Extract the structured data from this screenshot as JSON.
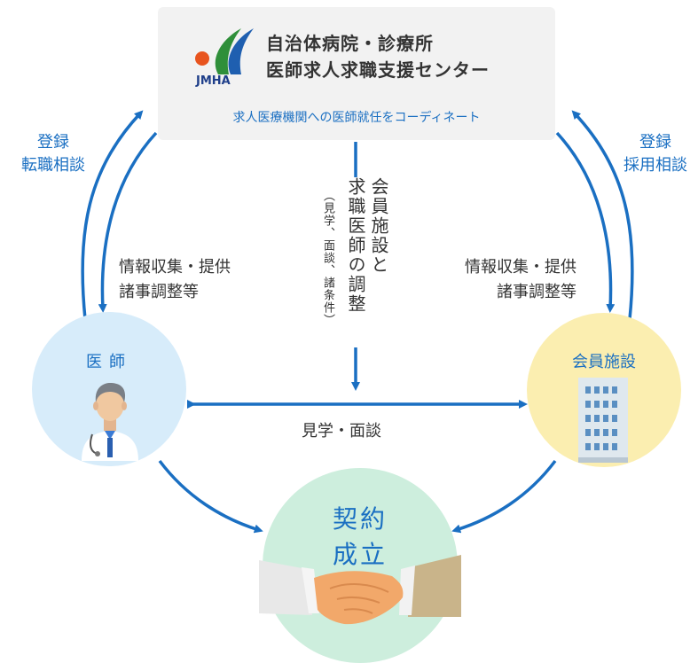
{
  "center": {
    "logo_text": "JMHA",
    "title_line1": "自治体病院・診療所",
    "title_line2": "医師求人求職支援センター",
    "subtitle": "求人医療機関への医師就任をコーディネート"
  },
  "left_top_label": {
    "line1": "登録",
    "line2": "転職相談"
  },
  "right_top_label": {
    "line1": "登録",
    "line2": "採用相談"
  },
  "left_mid_label": {
    "line1": "情報収集・提供",
    "line2": "諸事調整等"
  },
  "right_mid_label": {
    "line1": "情報収集・提供",
    "line2": "諸事調整等"
  },
  "center_vertical": {
    "line1": "会員施設と",
    "line2": "求職医師の調整",
    "paren": "（見学、面談、諸条件）"
  },
  "doctor": {
    "label": "医師"
  },
  "facility": {
    "label": "会員施設"
  },
  "visit_label": "見学・面談",
  "contract": {
    "line1": "契約",
    "line2": "成立"
  },
  "colors": {
    "accent_blue": "#1a6fc2",
    "box_gray": "#f2f2f2",
    "doctor_circle": "#d7ecfa",
    "facility_circle": "#fbeeb0",
    "contract_circle": "#cdeedd"
  }
}
